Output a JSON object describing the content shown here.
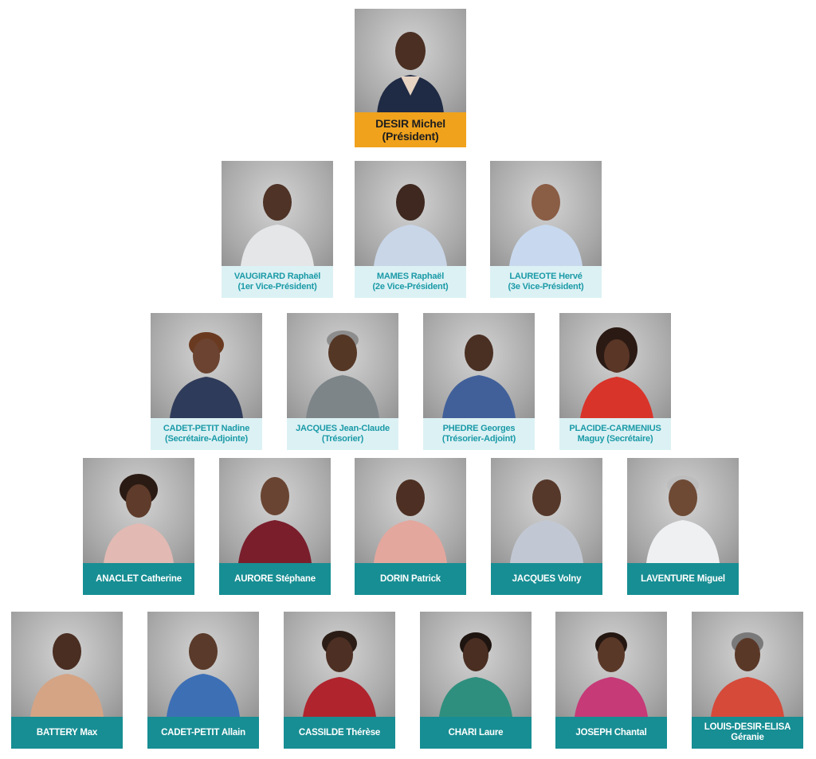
{
  "colors": {
    "president_label": "#f0a21c",
    "officer_label": "#dcf1f4",
    "officer_text": "#1a9aa7",
    "member_label": "#178e93"
  },
  "president": {
    "line1": "DESIR Michel",
    "line2": "(Président)"
  },
  "officers": [
    {
      "line1": "VAUGIRARD Raphaël",
      "line2": "(1er Vice-Président)"
    },
    {
      "line1": "MAMES Raphaël",
      "line2": "(2e Vice-Président)"
    },
    {
      "line1": "LAUREOTE Hervé",
      "line2": "(3e Vice-Président)"
    },
    {
      "line1": "CADET-PETIT Nadine",
      "line2": "(Secrétaire-Adjointe)"
    },
    {
      "line1": "JACQUES Jean-Claude",
      "line2": "(Trésorier)"
    },
    {
      "line1": "PHEDRE Georges",
      "line2": "(Trésorier-Adjoint)"
    },
    {
      "line1": "PLACIDE-CARMENIUS",
      "line2": "Maguy (Secrétaire)"
    }
  ],
  "members": [
    {
      "line1": "ANACLET Catherine",
      "line2": ""
    },
    {
      "line1": "AURORE Stéphane",
      "line2": ""
    },
    {
      "line1": "DORIN Patrick",
      "line2": ""
    },
    {
      "line1": "JACQUES Volny",
      "line2": ""
    },
    {
      "line1": "LAVENTURE Miguel",
      "line2": ""
    },
    {
      "line1": "BATTERY Max",
      "line2": ""
    },
    {
      "line1": "CADET-PETIT Allain",
      "line2": ""
    },
    {
      "line1": "CASSILDE Thérèse",
      "line2": ""
    },
    {
      "line1": "CHARI Laure",
      "line2": ""
    },
    {
      "line1": "JOSEPH Chantal",
      "line2": ""
    },
    {
      "line1": "LOUIS-DESIR-ELISA",
      "line2": "Géranie"
    }
  ]
}
